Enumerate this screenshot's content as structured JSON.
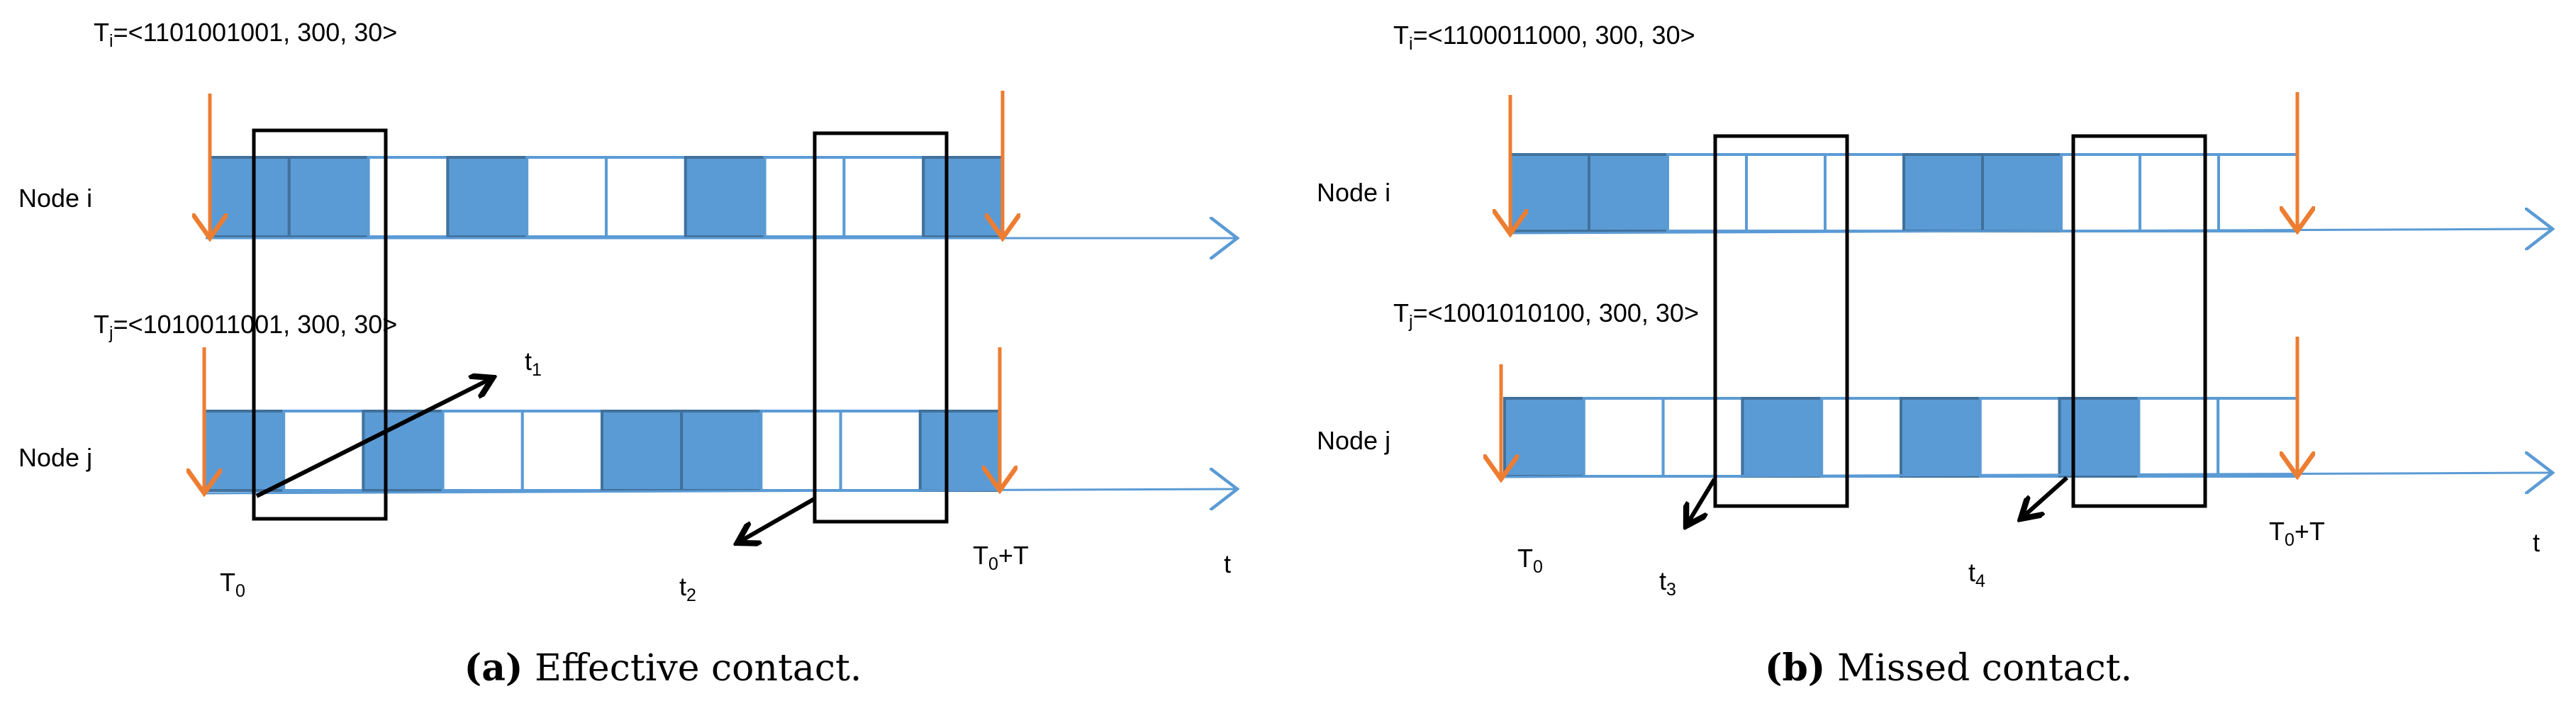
{
  "colors": {
    "slot_active": "#5b9bd5",
    "slot_border": "#41719c",
    "timeline": "#5b9bd5",
    "marker": "#ed7d31",
    "box": "#000000"
  },
  "panels": [
    {
      "caption_letter": "(a)",
      "caption_text": " Effective contact.",
      "node_i": {
        "name": "Node i",
        "label_main": "T",
        "label_sub": "i",
        "label_rest": "=<1101001001, 300, 30>",
        "bits": "1101001001"
      },
      "node_j": {
        "name": "Node j",
        "label_main": "T",
        "label_sub": "j",
        "label_rest": "=<1010011001, 300, 30>",
        "bits": "1010011001"
      },
      "t0": {
        "main": "T",
        "sub": "0"
      },
      "t0T": {
        "main": "T",
        "sub": "0",
        "rest": "+T"
      },
      "axis": "t",
      "arrow_a": {
        "main": "t",
        "sub": "1"
      },
      "arrow_b": {
        "main": "t",
        "sub": "2"
      }
    },
    {
      "caption_letter": "(b)",
      "caption_text": " Missed contact.",
      "node_i": {
        "name": "Node i",
        "label_main": "T",
        "label_sub": "i",
        "label_rest": "=<1100011000, 300, 30>",
        "bits": "1100011000"
      },
      "node_j": {
        "name": "Node j",
        "label_main": "T",
        "label_sub": "j",
        "label_rest": "=<1001010100, 300, 30>",
        "bits": "1001010100"
      },
      "t0": {
        "main": "T",
        "sub": "0"
      },
      "t0T": {
        "main": "T",
        "sub": "0",
        "rest": "+T"
      },
      "axis": "t",
      "arrow_a": {
        "main": "t",
        "sub": "3"
      },
      "arrow_b": {
        "main": "t",
        "sub": "4"
      }
    }
  ]
}
